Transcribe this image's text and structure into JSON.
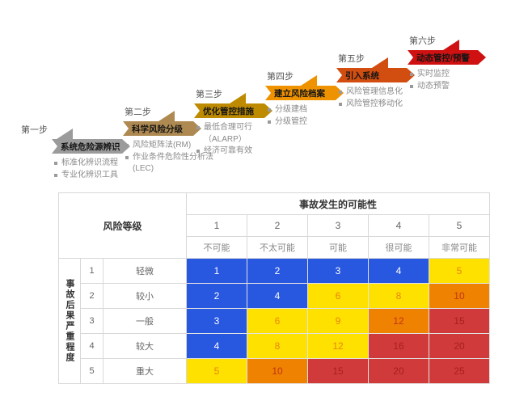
{
  "process": {
    "steps": [
      {
        "step_label": "第一步",
        "title": "系统危险源辨识",
        "color": "#9b9b9b",
        "bullets": [
          "标准化辨识流程",
          "专业化辨识工具"
        ]
      },
      {
        "step_label": "第二步",
        "title": "科学风险分级",
        "color": "#ae8a52",
        "bullets": [
          "风险矩阵法(RM)",
          "作业条件危险性分析法(LEC)"
        ]
      },
      {
        "step_label": "第三步",
        "title": "优化管控措施",
        "color": "#bd8a00",
        "bullets": [
          "最低合理可行（ALARP）",
          "经济可靠有效"
        ]
      },
      {
        "step_label": "第四步",
        "title": "建立风险档案",
        "color": "#ef9200",
        "bullets": [
          "分级建档",
          "分级管控"
        ]
      },
      {
        "step_label": "第五步",
        "title": "引入系统",
        "color": "#d14d10",
        "bullets": [
          "风险管理信息化",
          "风险管控移动化"
        ]
      },
      {
        "step_label": "第六步",
        "title": "动态管控/预警",
        "color": "#d01111",
        "bullets": [
          "实时监控",
          "动态预警"
        ]
      }
    ]
  },
  "matrix": {
    "corner_label": "风险等级",
    "col_group_label": "事故发生的可能性",
    "row_group_label": "事故后果严重程度",
    "col_numbers": [
      "1",
      "2",
      "3",
      "4",
      "5"
    ],
    "col_labels": [
      "不可能",
      "不太可能",
      "可能",
      "很可能",
      "非常可能"
    ],
    "rows": [
      {
        "num": "1",
        "label": "轻微",
        "values": [
          1,
          2,
          3,
          4,
          5
        ],
        "levels": [
          "low",
          "low",
          "low",
          "low",
          "med"
        ]
      },
      {
        "num": "2",
        "label": "较小",
        "values": [
          2,
          4,
          6,
          8,
          10
        ],
        "levels": [
          "low",
          "low",
          "med",
          "med",
          "high"
        ]
      },
      {
        "num": "3",
        "label": "一般",
        "values": [
          3,
          6,
          9,
          12,
          15
        ],
        "levels": [
          "low",
          "med",
          "med",
          "high",
          "extreme"
        ]
      },
      {
        "num": "4",
        "label": "较大",
        "values": [
          4,
          8,
          12,
          16,
          20
        ],
        "levels": [
          "low",
          "med",
          "med",
          "extreme",
          "extreme"
        ]
      },
      {
        "num": "5",
        "label": "重大",
        "values": [
          5,
          10,
          15,
          20,
          25
        ],
        "levels": [
          "med",
          "high",
          "extreme",
          "extreme",
          "extreme"
        ]
      }
    ],
    "level_colors": {
      "low": "#2857e0",
      "med": "#ffe100",
      "high": "#ef8200",
      "extreme": "#d13a3a"
    },
    "level_text_colors": {
      "low": "#ffffff",
      "med": "#e8850c",
      "high": "#c23413",
      "extreme": "#a81f1f"
    }
  }
}
